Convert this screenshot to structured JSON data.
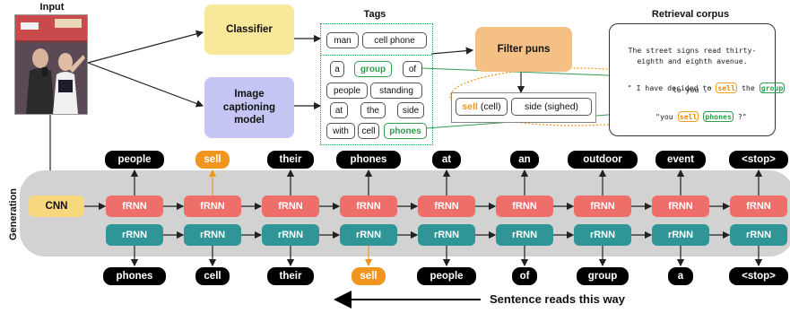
{
  "headers": {
    "input": "Input",
    "tags": "Tags",
    "retrieval": "Retrieval corpus"
  },
  "boxes": {
    "classifier": "Classifier",
    "captioning_l1": "Image",
    "captioning_l2": "captioning",
    "captioning_l3": "model",
    "filter": "Filter puns",
    "cnn": "CNN"
  },
  "tags_top": [
    "man",
    "cell phone"
  ],
  "tags_bottom": [
    "a",
    "group",
    "of",
    "people",
    "standing",
    "at",
    "the",
    "side",
    "with",
    "cell",
    "phones"
  ],
  "filtered": {
    "pun1_word": "sell",
    "pun1_rest": " (cell)",
    "pun2": "side (sighed)"
  },
  "corpus": {
    "line1": "The street signs read thirty-",
    "line2": "eighth and eighth avenue.",
    "line3a": "\" I have decided to ",
    "line3b": "sell",
    "line3c": " the ",
    "line3d": "group",
    "line4": "to you .\"",
    "line5a": "\"you ",
    "line5b": "sell",
    "line5c": " ",
    "line5d": "phones",
    "line5e": " ?\""
  },
  "rnn_labels": {
    "forward": "fRNN",
    "reverse": "rRNN"
  },
  "top_words": [
    "people",
    "sell",
    "their",
    "phones",
    "at",
    "an",
    "outdoor",
    "event",
    "<stop>"
  ],
  "bottom_words": [
    "phones",
    "cell",
    "their",
    "sell",
    "people",
    "of",
    "group",
    "a",
    "<stop>"
  ],
  "highlight_top": [
    1
  ],
  "highlight_bottom": [
    3
  ],
  "generation_label": "Generation",
  "sentence_direction": "Sentence reads this way",
  "colors": {
    "classifier": "#f7e89a",
    "captioning": "#c5c6f4",
    "filter": "#f5c083",
    "cnn": "#f7d87f",
    "frnn": "#ee6e6a",
    "rrnn": "#2f9597",
    "pun_orange": "#f0961e",
    "pun_green": "#2e9e4f"
  }
}
